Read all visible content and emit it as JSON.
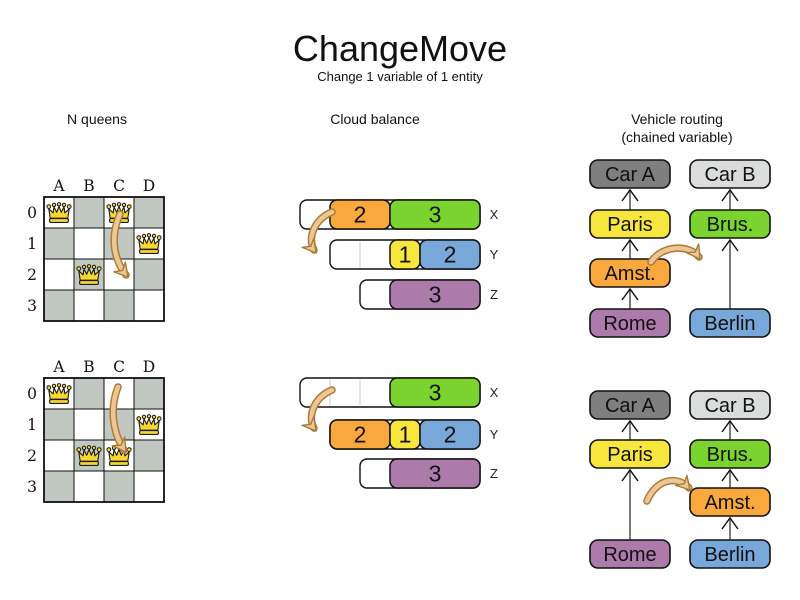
{
  "title": "ChangeMove",
  "subtitle": "Change 1 variable of 1 entity",
  "sections": {
    "nqueens": {
      "header": "N queens"
    },
    "cloud": {
      "header": "Cloud balance"
    },
    "vehicle": {
      "header_line1": "Vehicle routing",
      "header_line2": "(chained variable)"
    }
  },
  "colors": {
    "orange": "#f8a83c",
    "green": "#7ad32f",
    "yellow": "#f7e63d",
    "blue": "#78a7d9",
    "purple": "#ac7bac",
    "carA": "#7f7f7f",
    "carB": "#dadddb",
    "board_gray": "#c1c7c1",
    "queen_gold": "#f7d733",
    "move_arrow_fill": "#ecc793",
    "move_arrow_stroke": "#aa7a38",
    "chain_line": "#595959"
  },
  "nqueens": {
    "columns": [
      "A",
      "B",
      "C",
      "D"
    ],
    "rows": [
      "0",
      "1",
      "2",
      "3"
    ],
    "boards": [
      {
        "queens": [
          "A0",
          "C0",
          "D1",
          "B2"
        ],
        "move": {
          "from": "C0",
          "to": "C2"
        }
      },
      {
        "queens": [
          "A0",
          "D1",
          "B2",
          "C2"
        ],
        "move": {
          "from": "C0",
          "to": "C2"
        }
      }
    ]
  },
  "cloud": {
    "states": [
      {
        "computers": [
          {
            "label": "X",
            "capacity": 6,
            "processes": [
              {
                "size": 2,
                "color": "orange"
              },
              {
                "size": 3,
                "color": "green"
              }
            ]
          },
          {
            "label": "Y",
            "capacity": 5,
            "processes": [
              {
                "size": 1,
                "color": "yellow"
              },
              {
                "size": 2,
                "color": "blue"
              }
            ]
          },
          {
            "label": "Z",
            "capacity": 4,
            "processes": [
              {
                "size": 3,
                "color": "purple"
              }
            ]
          }
        ],
        "move": {
          "process": 2,
          "from": "X",
          "to": "Y"
        }
      },
      {
        "computers": [
          {
            "label": "X",
            "capacity": 6,
            "processes": [
              {
                "size": 3,
                "color": "green"
              }
            ]
          },
          {
            "label": "Y",
            "capacity": 5,
            "processes": [
              {
                "size": 2,
                "color": "orange"
              },
              {
                "size": 1,
                "color": "yellow"
              },
              {
                "size": 2,
                "color": "blue"
              }
            ]
          },
          {
            "label": "Z",
            "capacity": 4,
            "processes": [
              {
                "size": 3,
                "color": "purple"
              }
            ]
          }
        ],
        "move": {
          "process": 2,
          "from": "X",
          "to": "Y"
        }
      }
    ]
  },
  "vehicle": {
    "states": [
      {
        "columns": [
          {
            "nodes": [
              {
                "label": "Car A",
                "color": "carA",
                "text_color": "#ffffff",
                "row": 0
              },
              {
                "label": "Paris",
                "color": "yellow",
                "row": 1
              },
              {
                "label": "Amst.",
                "color": "orange",
                "row": 2
              },
              {
                "label": "Rome",
                "color": "purple",
                "row": 3
              }
            ]
          },
          {
            "nodes": [
              {
                "label": "Car B",
                "color": "carB",
                "row": 0
              },
              {
                "label": "Brus.",
                "color": "green",
                "row": 1
              },
              {
                "label": "Berlin",
                "color": "blue",
                "row": 3
              }
            ]
          }
        ],
        "move": {
          "entity": "Amst.",
          "from": "Rome",
          "to": "Berlin"
        }
      },
      {
        "columns": [
          {
            "nodes": [
              {
                "label": "Car A",
                "color": "carA",
                "text_color": "#ffffff",
                "row": 0
              },
              {
                "label": "Paris",
                "color": "yellow",
                "row": 1
              },
              {
                "label": "Rome",
                "color": "purple",
                "row": 3
              }
            ]
          },
          {
            "nodes": [
              {
                "label": "Car B",
                "color": "carB",
                "row": 0
              },
              {
                "label": "Brus.",
                "color": "green",
                "row": 1
              },
              {
                "label": "Amst.",
                "color": "orange",
                "row": 2
              },
              {
                "label": "Berlin",
                "color": "blue",
                "row": 3
              }
            ]
          }
        ],
        "move": {
          "entity": "Amst.",
          "from": "Rome",
          "to": "Berlin"
        }
      }
    ]
  }
}
